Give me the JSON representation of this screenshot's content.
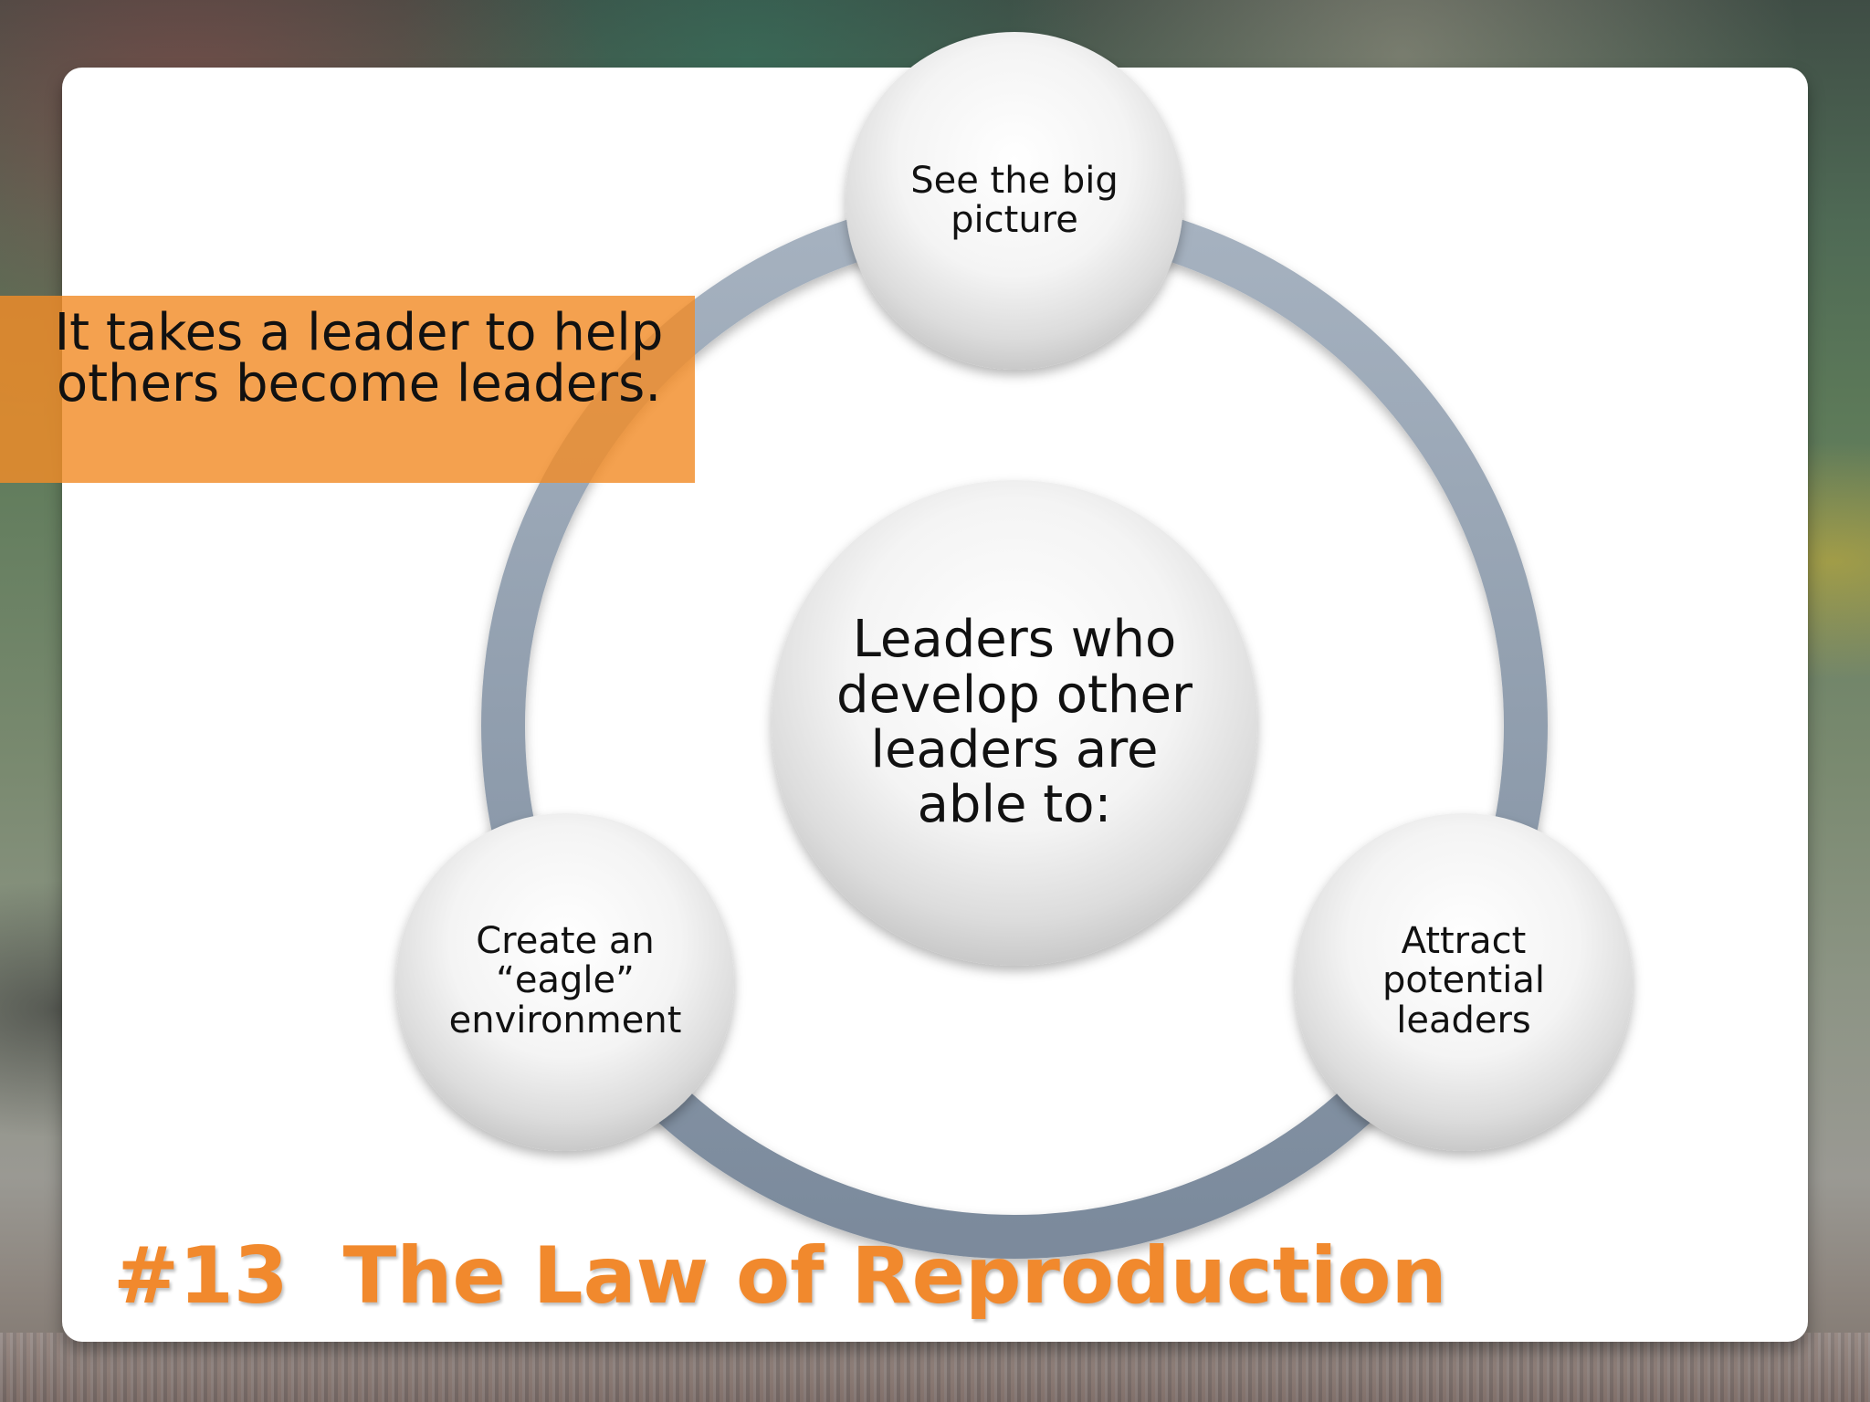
{
  "slide": {
    "title": "#13  The Law of Reproduction",
    "callout": "It takes a leader to help others become leaders."
  },
  "diagram": {
    "center": "Leaders who develop other leaders are able to:",
    "nodes": [
      {
        "label": "See the big picture"
      },
      {
        "label": "Attract potential leaders"
      },
      {
        "label": "Create an “eagle” environment"
      }
    ]
  },
  "colors": {
    "accent_orange": "#f1892d",
    "callout_orange": "#f28c28",
    "ring_gray": "#8b9aab"
  }
}
